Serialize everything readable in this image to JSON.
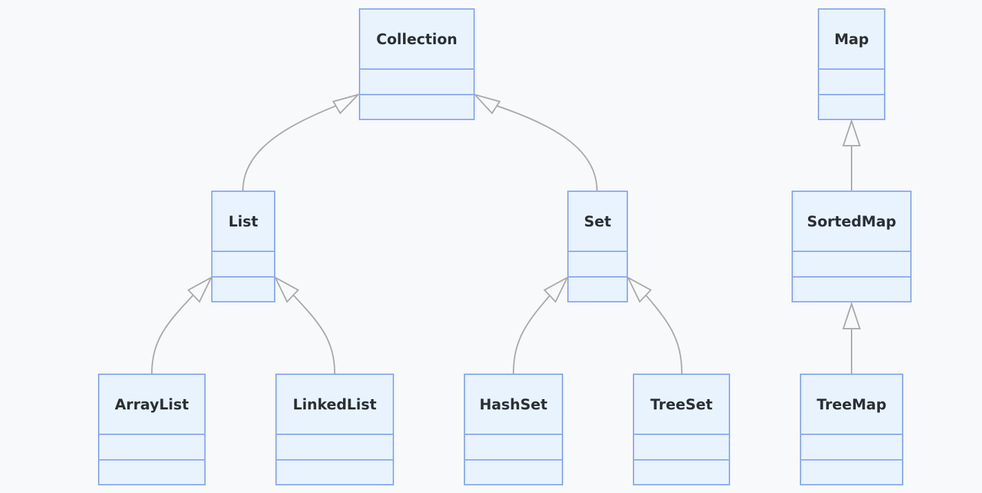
{
  "diagram": {
    "classes": [
      {
        "id": "collection",
        "name": "Collection"
      },
      {
        "id": "map",
        "name": "Map"
      },
      {
        "id": "list",
        "name": "List"
      },
      {
        "id": "set",
        "name": "Set"
      },
      {
        "id": "sortedmap",
        "name": "SortedMap"
      },
      {
        "id": "arraylist",
        "name": "ArrayList"
      },
      {
        "id": "linkedlist",
        "name": "LinkedList"
      },
      {
        "id": "hashset",
        "name": "HashSet"
      },
      {
        "id": "treeset",
        "name": "TreeSet"
      },
      {
        "id": "treemap",
        "name": "TreeMap"
      }
    ],
    "relations": [
      {
        "from": "List",
        "to": "Collection",
        "type": "inheritance"
      },
      {
        "from": "Set",
        "to": "Collection",
        "type": "inheritance"
      },
      {
        "from": "SortedMap",
        "to": "Map",
        "type": "inheritance"
      },
      {
        "from": "ArrayList",
        "to": "List",
        "type": "inheritance"
      },
      {
        "from": "LinkedList",
        "to": "List",
        "type": "inheritance"
      },
      {
        "from": "HashSet",
        "to": "Set",
        "type": "inheritance"
      },
      {
        "from": "TreeSet",
        "to": "Set",
        "type": "inheritance"
      },
      {
        "from": "TreeMap",
        "to": "SortedMap",
        "type": "inheritance"
      }
    ],
    "colors": {
      "box_fill": "#e8f3fd",
      "box_border": "#8cacf2",
      "edge": "#aaaaaa",
      "text": "#2b2f36",
      "background": "#f8f9fb"
    }
  }
}
